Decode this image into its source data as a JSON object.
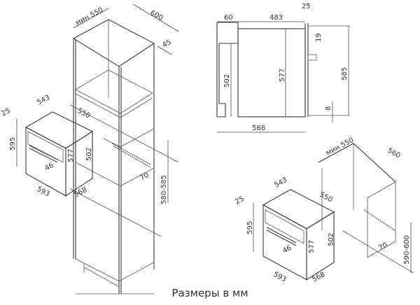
{
  "caption": "Размеры в мм",
  "diagrams": {
    "column_installation": {
      "cabinet": {
        "min_width": "мин 550",
        "depth": "600",
        "top_offset": "45",
        "niche_height": "580-585",
        "vent_gap": "70"
      },
      "oven": {
        "top_width": "543",
        "depth": "550",
        "front_offset": "25",
        "height": "595",
        "inner_height": "577",
        "body_height": "502",
        "handle_depth": "46",
        "front_width": "593",
        "body_width": "568"
      }
    },
    "side_view": {
      "front_depth": "60",
      "body_depth": "483",
      "panel_thickness": "25",
      "top_gap": "19",
      "height_front": "502",
      "height_body": "577",
      "height_total": "585",
      "bottom_gap": "8",
      "total_depth": "568"
    },
    "under_counter_installation": {
      "cabinet": {
        "min_width": "мин 550",
        "depth": "560",
        "niche_height": "590-600",
        "vent_gap": "70"
      },
      "oven": {
        "top_width": "543",
        "depth": "550",
        "front_offset": "25",
        "height": "595",
        "inner_height": "577",
        "body_height": "502",
        "handle_depth": "46",
        "front_width": "593",
        "body_width": "568"
      }
    }
  }
}
